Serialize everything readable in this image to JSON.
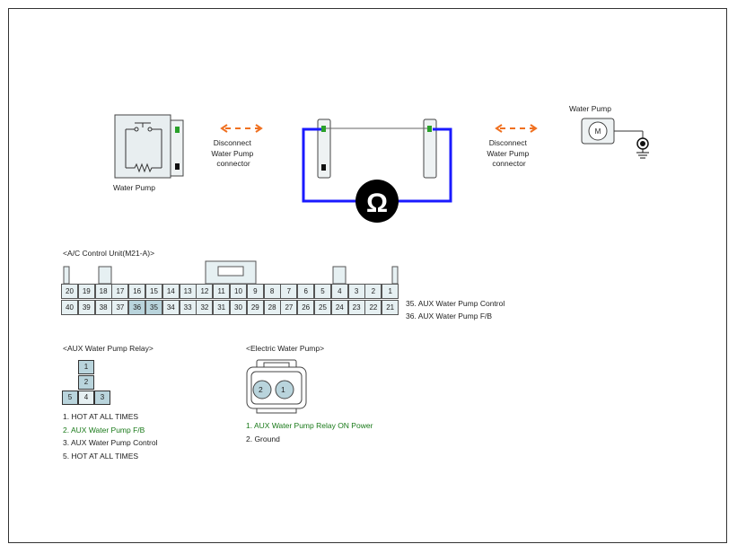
{
  "top_diagram": {
    "left_component_label": "Water Pump",
    "left_disconnect_label": [
      "Disconnect",
      "Water Pump",
      "connector"
    ],
    "ohm_symbol": "Ω",
    "right_disconnect_label": [
      "Disconnect",
      "Water Pump",
      "connector"
    ],
    "right_component_label": "Water Pump",
    "motor_symbol": "M",
    "arrow_color": "#f07020",
    "meter_lead_color": "#1a1aff",
    "pin_color": "#2aa02a"
  },
  "ac_control_unit": {
    "title": "<A/C Control Unit(M21-A)>",
    "row1": [
      "20",
      "19",
      "18",
      "17",
      "16",
      "15",
      "14",
      "13",
      "12",
      "11",
      "10",
      "9",
      "8",
      "7",
      "6",
      "5",
      "4",
      "3",
      "2",
      "1"
    ],
    "row2": [
      "40",
      "39",
      "38",
      "37",
      "36",
      "35",
      "34",
      "33",
      "32",
      "31",
      "30",
      "29",
      "28",
      "27",
      "26",
      "25",
      "24",
      "23",
      "22",
      "21"
    ],
    "highlighted": [
      "36",
      "35"
    ],
    "legend": [
      "35. AUX Water Pump Control",
      "36. AUX Water Pump F/B"
    ]
  },
  "relay": {
    "title": "<AUX Water Pump Relay>",
    "pins": [
      "1",
      "2",
      "5",
      "4",
      "3"
    ],
    "legend": [
      {
        "text": "1. HOT AT ALL TIMES",
        "color": "#222222"
      },
      {
        "text": "2. AUX Water Pump F/B",
        "color": "#1a7a1a"
      },
      {
        "text": "3. AUX Water Pump Control",
        "color": "#222222"
      },
      {
        "text": "5. HOT AT ALL TIMES",
        "color": "#222222"
      }
    ]
  },
  "electric_pump": {
    "title": "<Electric Water Pump>",
    "pins": [
      "2",
      "1"
    ],
    "legend": [
      {
        "text": "1. AUX Water Pump Relay ON Power",
        "color": "#1a7a1a"
      },
      {
        "text": "2. Ground",
        "color": "#222222"
      }
    ]
  }
}
